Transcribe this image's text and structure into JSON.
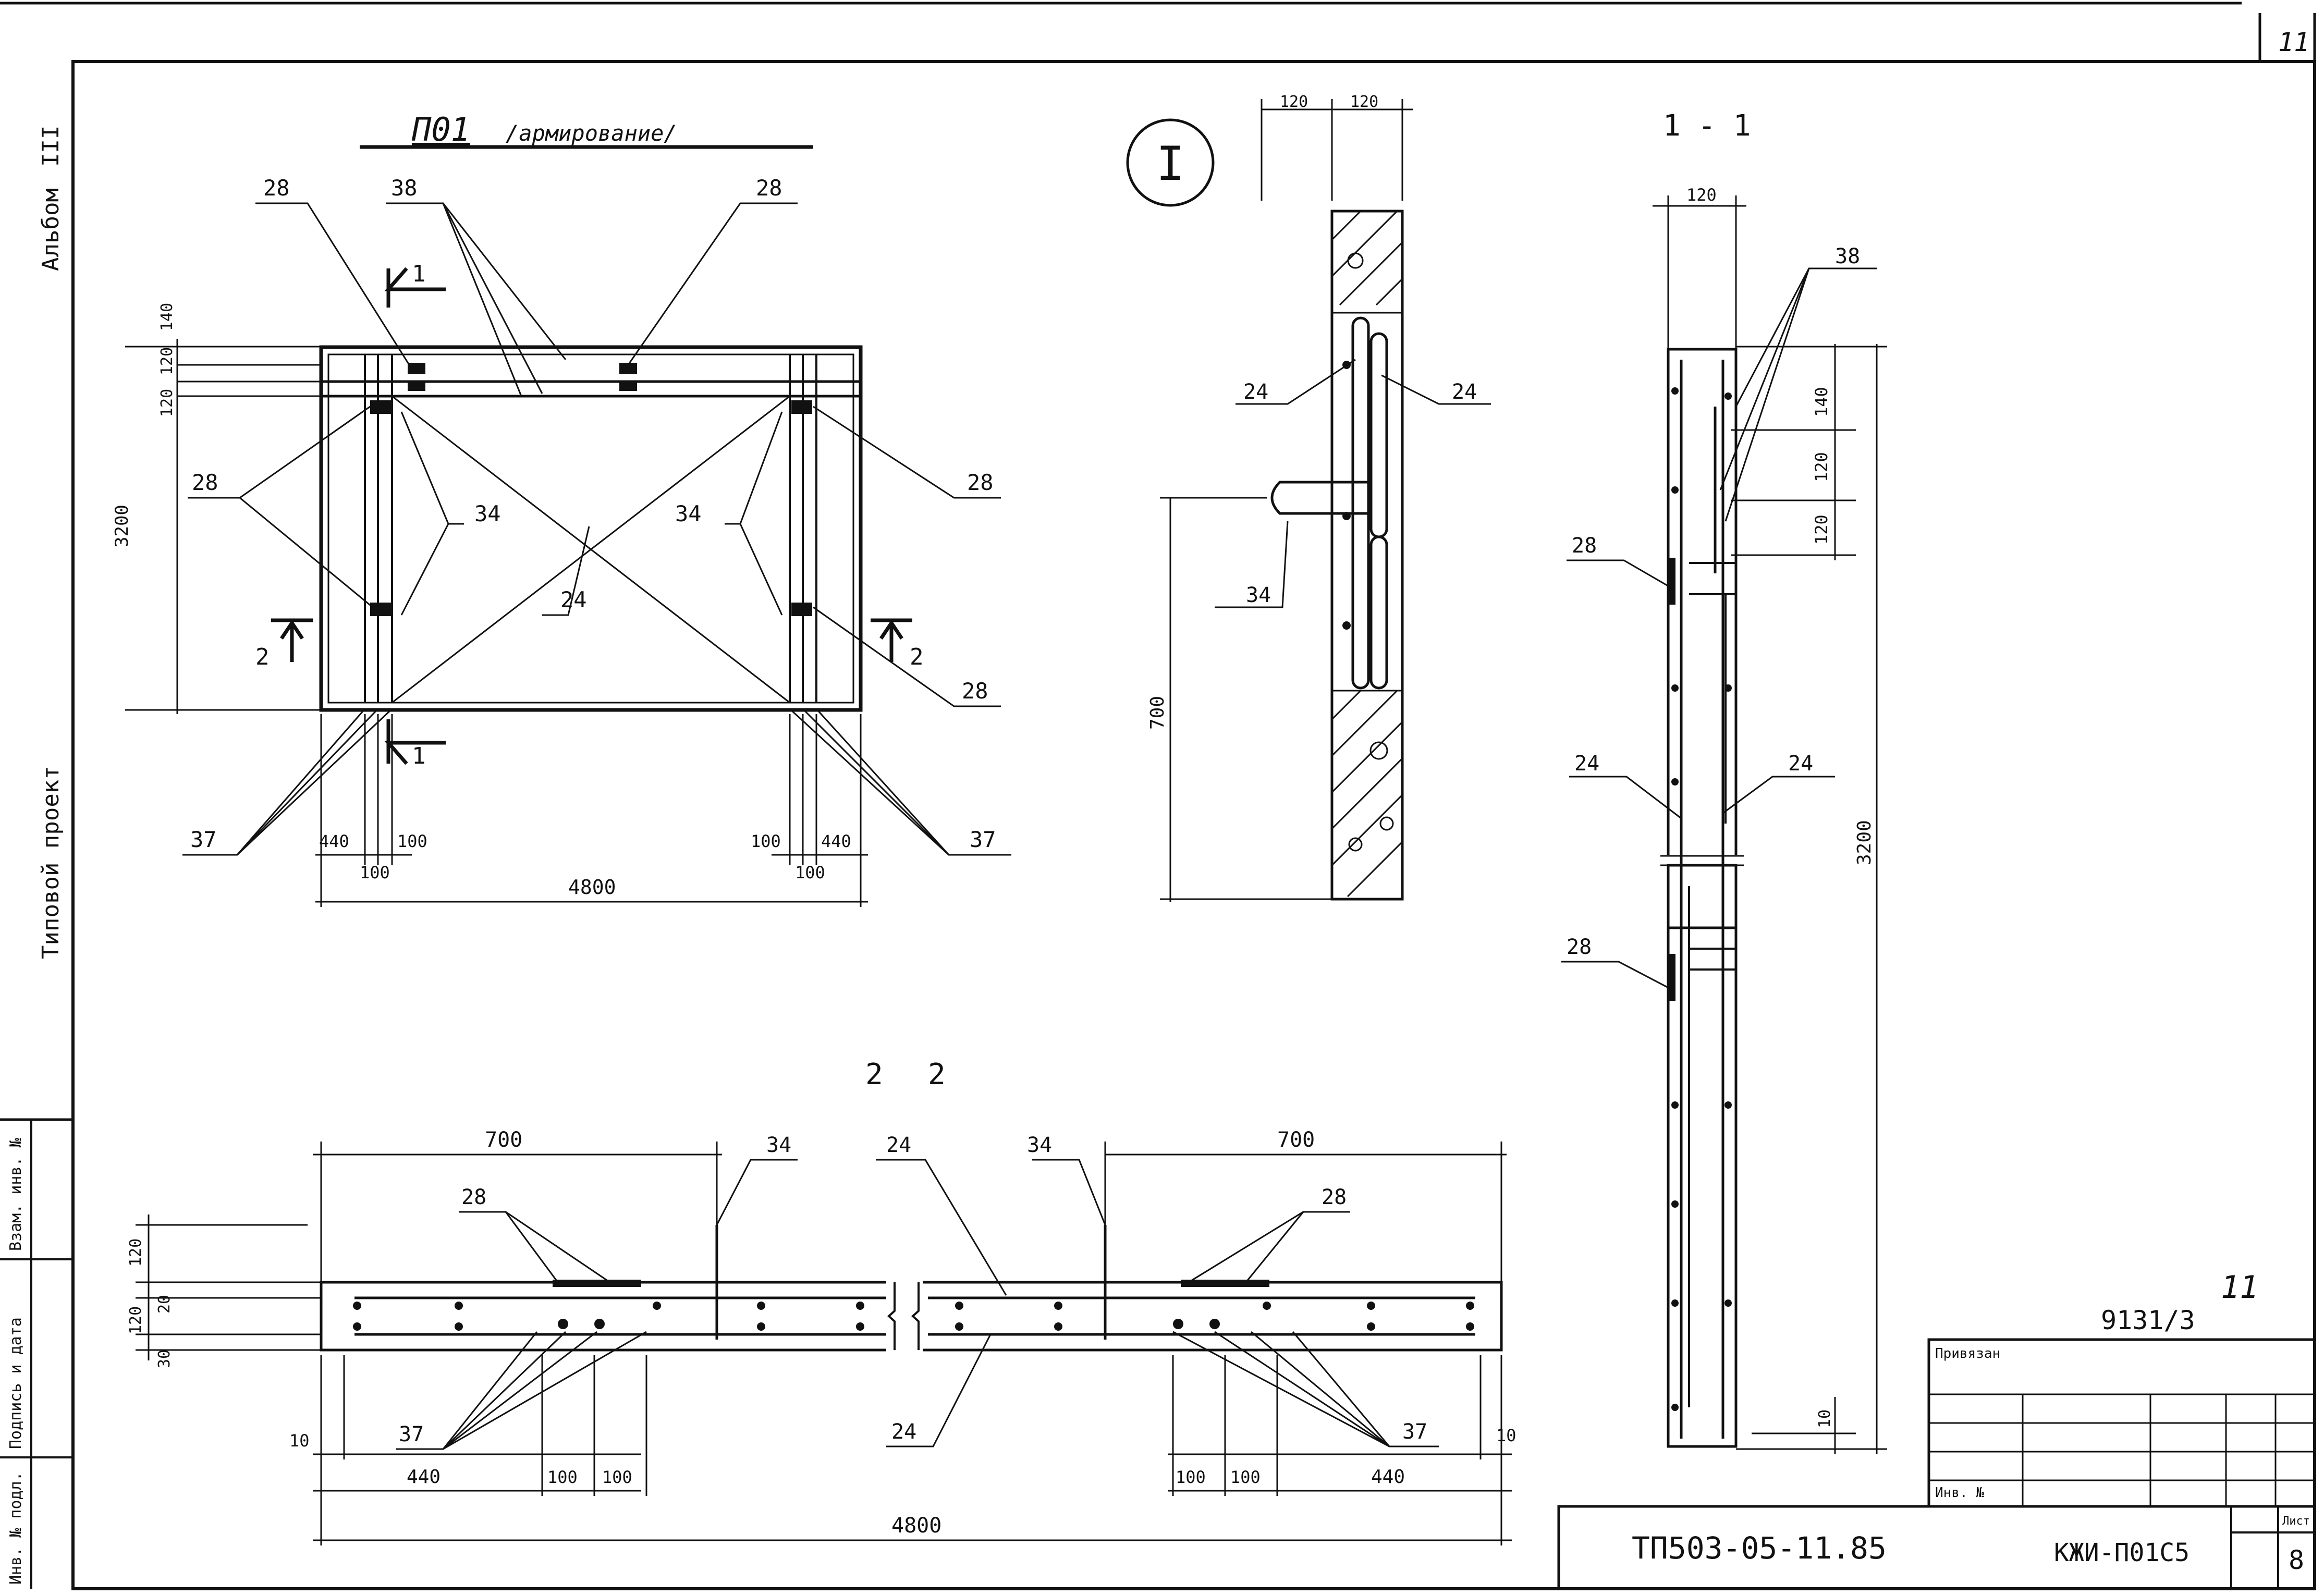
{
  "sheet": {
    "corner_number": "11",
    "album_label": "Альбом",
    "album_number": "III",
    "project_type": "Типовой проект",
    "stamp_cells": [
      "Инв. № подл.",
      "Подпись и дата",
      "Взам. инв. №"
    ]
  },
  "titles": {
    "main": "П01",
    "main_sub": "/армирование/",
    "node_marker": "I",
    "section_1": "1 - 1",
    "section_2a": "2",
    "section_2b": "2"
  },
  "plan_view": {
    "callouts_top": [
      "28",
      "38",
      "28"
    ],
    "callouts_left": [
      "28",
      "37"
    ],
    "callouts_right": [
      "28",
      "28",
      "37"
    ],
    "callouts_inner": [
      "34",
      "24",
      "34"
    ],
    "section_marks": [
      "1",
      "1",
      "2",
      "2"
    ],
    "dims_vertical": [
      "140",
      "120",
      "120",
      "3200"
    ],
    "dims_bottom_left": [
      "440",
      "100",
      "100"
    ],
    "dims_bottom_right": [
      "100",
      "440",
      "100"
    ],
    "dim_total": "4800"
  },
  "node_view": {
    "dims_top": [
      "120",
      "120"
    ],
    "callouts": [
      "24",
      "24",
      "34"
    ],
    "dim_height": "700"
  },
  "section_1_view": {
    "dim_top": "120",
    "callouts": [
      "38",
      "28",
      "24",
      "24",
      "28"
    ],
    "dims_right": [
      "140",
      "120",
      "120",
      "3200"
    ],
    "dim_bottom": "10"
  },
  "section_2_view": {
    "dims_top": [
      "700",
      "700"
    ],
    "callouts_top": [
      "34",
      "24",
      "34",
      "28",
      "28"
    ],
    "dims_left": [
      "120",
      "120",
      "20",
      "30"
    ],
    "callouts_bottom": [
      "37",
      "24",
      "37"
    ],
    "dims_bottom_left": [
      "10",
      "440",
      "100",
      "100"
    ],
    "dims_bottom_right": [
      "100",
      "100",
      "440",
      "10"
    ],
    "dim_total": "4800"
  },
  "title_block": {
    "sheet_code": "9131/3",
    "handwritten": "11",
    "bound_label": "Привязан",
    "inv_label": "Инв. №",
    "project_code": "ТП503-05-11.85",
    "doc_code": "КЖИ-П01С5",
    "sheet_label": "Лист",
    "sheet_number": "8"
  }
}
